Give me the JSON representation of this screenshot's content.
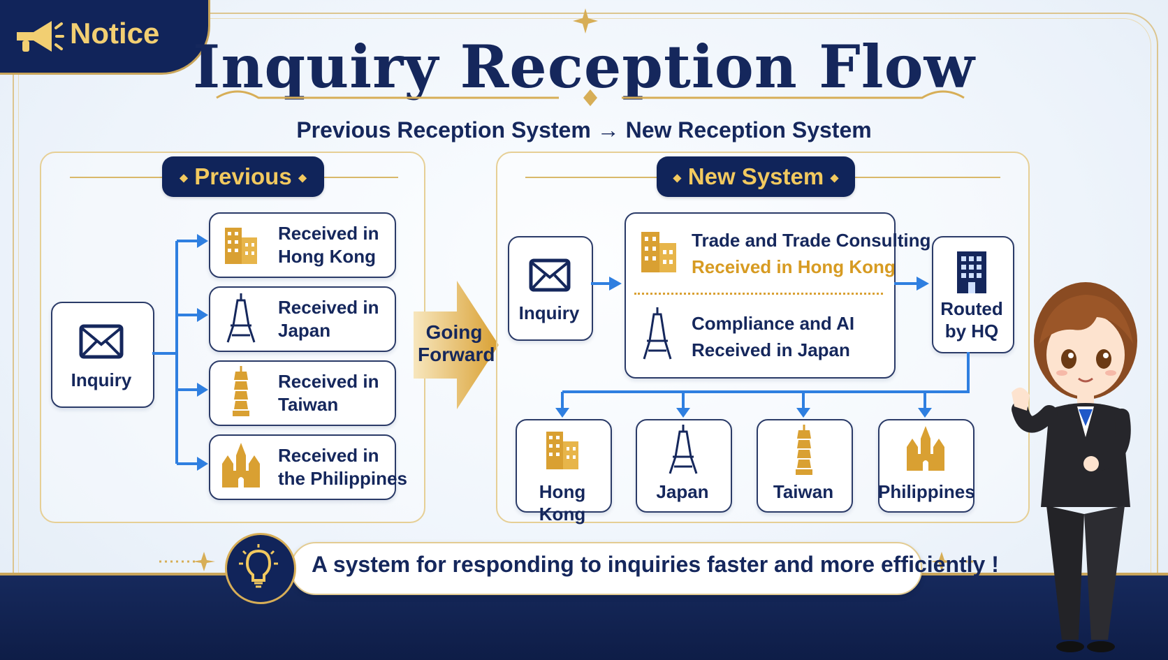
{
  "badge": {
    "label": "Notice"
  },
  "title": "Inquiry Reception Flow",
  "subtitle": "Previous Reception System → New Reception System",
  "previous": {
    "heading": "Previous",
    "inquiry_label": "Inquiry",
    "destinations": [
      {
        "line1": "Received in",
        "line2": "Hong Kong"
      },
      {
        "line1": "Received in",
        "line2": "Japan"
      },
      {
        "line1": "Received in",
        "line2": "Taiwan"
      },
      {
        "line1": "Received in",
        "line2": "the Philippines"
      }
    ]
  },
  "transition": {
    "line1": "Going",
    "line2": "Forward"
  },
  "new_system": {
    "heading": "New System",
    "inquiry_label": "Inquiry",
    "hk_line1": "Trade and Trade Consulting",
    "hk_line2": "Received in Hong Kong",
    "jp_line1": "Compliance and AI",
    "jp_line2": "Received in Japan",
    "hq_line1": "Routed",
    "hq_line2": "by HQ",
    "offices": [
      "Hong Kong",
      "Japan",
      "Taiwan",
      "Philippines"
    ]
  },
  "footer": {
    "message": "A system for responding to inquiries faster and more efficiently !"
  },
  "colors": {
    "navy": "#11245a",
    "gold": "#d9a032",
    "arrow_blue": "#2f7fe0"
  }
}
